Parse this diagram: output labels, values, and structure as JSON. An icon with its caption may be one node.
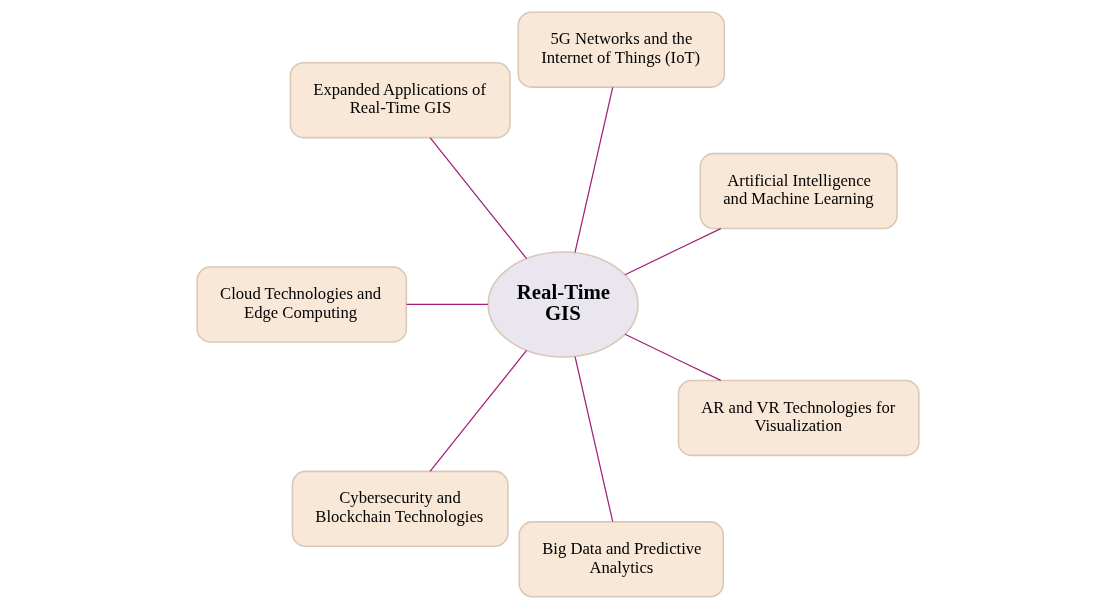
{
  "diagram": {
    "nodes": [
      {
        "text": [
          "Real-Time GIS"
        ]
      },
      {
        "text": [
          "Artificial Intelligence and Machine Learning"
        ]
      },
      {
        "text": [
          "5G Networks and the Internet of Things (IoT)"
        ]
      },
      {
        "text": [
          "Expanded Applications of Real-Time GIS"
        ]
      },
      {
        "text": [
          "Cloud Technologies and Edge Computing"
        ]
      },
      {
        "text": [
          "Cybersecurity and Blockchain Technologies"
        ]
      },
      {
        "text": [
          "Big Data and Predictive Analytics"
        ]
      },
      {
        "text": [
          "AR and VR Technologies for Visualization"
        ]
      }
    ],
    "edges": [
      {
        "from": 0,
        "to": 1,
        "arrow": "none"
      },
      {
        "from": 0,
        "to": 2,
        "arrow": "none"
      },
      {
        "from": 0,
        "to": 3,
        "arrow": "none"
      },
      {
        "from": 0,
        "to": 4,
        "arrow": "none"
      },
      {
        "from": 0,
        "to": 5,
        "arrow": "none"
      },
      {
        "from": 0,
        "to": 6,
        "arrow": "none"
      },
      {
        "from": 0,
        "to": 7,
        "arrow": "none"
      }
    ]
  }
}
